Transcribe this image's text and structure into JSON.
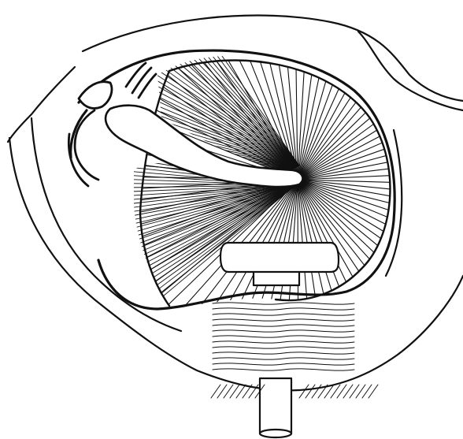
{
  "figure": {
    "kind": "line-drawing",
    "subject": "tympanic-membrane-with-ventilation-tube",
    "labels": [],
    "colors": {
      "ink": "#111111",
      "paper": "#ffffff"
    },
    "icons": {
      "membrane": "radial-fiber-disc",
      "tube": "ventilation-tube",
      "handle": "malleus-handle"
    }
  }
}
